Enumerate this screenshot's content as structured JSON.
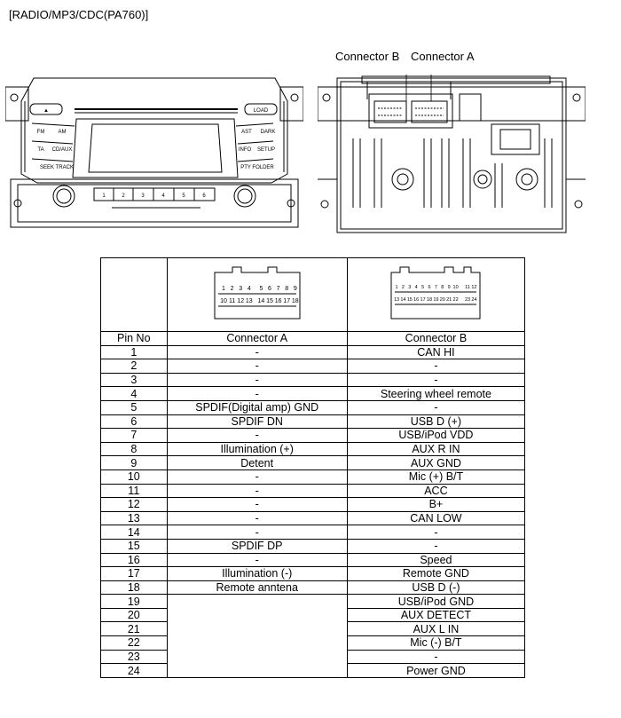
{
  "page_title": "[RADIO/MP3/CDC(PA760)]",
  "connector_labels": {
    "b": "Connector B",
    "a": "Connector A"
  },
  "front_panel": {
    "eject": "▲",
    "load": "LOAD",
    "fm": "FM",
    "am": "AM",
    "ta": "TA",
    "cd_aux": "CD/AUX",
    "seek_track": "SEEK TRACK",
    "ast": "AST",
    "dark": "DARK",
    "info": "INFO",
    "setup": "SETUP",
    "pty_folder": "PTY FOLDER",
    "presets": [
      "1",
      "2",
      "3",
      "4",
      "5",
      "6"
    ]
  },
  "connector_a_pins": {
    "top": [
      "1",
      "2",
      "3",
      "4",
      "5",
      "6",
      "7",
      "8",
      "9"
    ],
    "bottom": [
      "10",
      "11",
      "12",
      "13",
      "14",
      "15",
      "16",
      "17",
      "18"
    ]
  },
  "connector_b_pins": {
    "top": [
      "1",
      "2",
      "3",
      "4",
      "5",
      "6",
      "7",
      "8",
      "9",
      "10",
      "11",
      "12"
    ],
    "bottom": [
      "13",
      "14",
      "15",
      "16",
      "17",
      "18",
      "19",
      "20",
      "21",
      "22",
      "23",
      "24"
    ]
  },
  "table": {
    "headers": [
      "Pin No",
      "Connector A",
      "Connector B"
    ],
    "rows": [
      [
        "1",
        "-",
        "CAN HI"
      ],
      [
        "2",
        "-",
        "-"
      ],
      [
        "3",
        "-",
        "-"
      ],
      [
        "4",
        "-",
        "Steering wheel remote"
      ],
      [
        "5",
        "SPDIF(Digital amp) GND",
        "-"
      ],
      [
        "6",
        "SPDIF DN",
        "USB D (+)"
      ],
      [
        "7",
        "-",
        "USB/iPod VDD"
      ],
      [
        "8",
        "Illumination (+)",
        "AUX R IN"
      ],
      [
        "9",
        "Detent",
        "AUX GND"
      ],
      [
        "10",
        "-",
        "Mic (+) B/T"
      ],
      [
        "11",
        "-",
        "ACC"
      ],
      [
        "12",
        "-",
        "B+"
      ],
      [
        "13",
        "-",
        "CAN LOW"
      ],
      [
        "14",
        "-",
        "-"
      ],
      [
        "15",
        "SPDIF DP",
        "-"
      ],
      [
        "16",
        "-",
        "Speed"
      ],
      [
        "17",
        "Illumination (-)",
        "Remote GND"
      ],
      [
        "18",
        "Remote anntena",
        "USB D (-)"
      ],
      [
        "19",
        "",
        "USB/iPod GND"
      ],
      [
        "20",
        "",
        "AUX DETECT"
      ],
      [
        "21",
        "",
        "AUX L IN"
      ],
      [
        "22",
        "",
        "Mic (-) B/T"
      ],
      [
        "23",
        "",
        "-"
      ],
      [
        "24",
        "",
        "Power GND"
      ]
    ]
  }
}
